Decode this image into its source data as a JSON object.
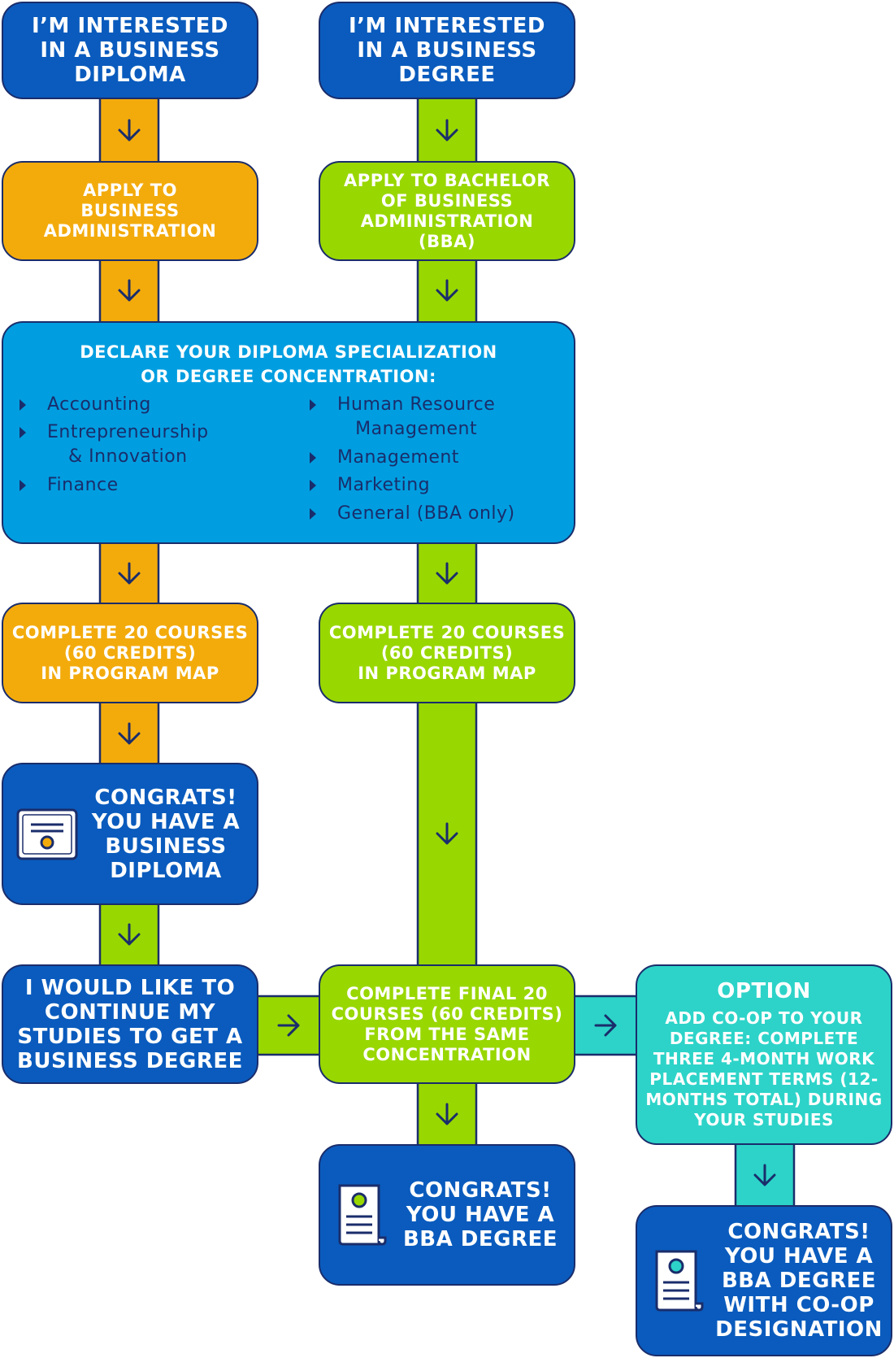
{
  "start_diploma": "I’M INTERESTED IN A BUSINESS DIPLOMA",
  "start_degree": "I’M INTERESTED IN A BUSINESS DEGREE",
  "apply_diploma": "APPLY TO BUSINESS ADMINISTRATION",
  "apply_degree": "APPLY TO BACHELOR OF BUSINESS ADMINISTRATION (BBA)",
  "declare": {
    "title_line1": "DECLARE YOUR DIPLOMA SPECIALIZATION",
    "title_line2": "OR DEGREE CONCENTRATION:",
    "left_items": [
      "Accounting",
      "Entrepreneurship",
      "& Innovation",
      "Finance"
    ],
    "right_items": [
      "Human Resource",
      "Management",
      "Management",
      "Marketing",
      "General (BBA only)"
    ]
  },
  "complete_diploma": {
    "l1": "COMPLETE 20 COURSES",
    "l2": "(60 CREDITS)",
    "l3": "IN PROGRAM MAP"
  },
  "complete_degree": {
    "l1": "COMPLETE 20 COURSES",
    "l2": "(60 CREDITS)",
    "l3": "IN PROGRAM MAP"
  },
  "congrats_diploma": "CONGRATS! YOU HAVE A BUSINESS DIPLOMA",
  "continue_studies": "I WOULD LIKE TO CONTINUE MY STUDIES TO GET A BUSINESS DEGREE",
  "complete_final": "COMPLETE FINAL 20 COURSES (60 CREDITS) FROM THE SAME CONCENTRATION",
  "option": {
    "title": "OPTION",
    "text": "ADD CO-OP TO YOUR DEGREE: COMPLETE THREE 4-MONTH WORK PLACEMENT TERMS (12-MONTHS TOTAL) DURING YOUR STUDIES"
  },
  "congrats_bba": "CONGRATS! YOU HAVE A BBA DEGREE",
  "congrats_coop": "CONGRATS! YOU HAVE A BBA DEGREE WITH CO-OP DESIGNATION",
  "colors": {
    "navy": "#0a5bbd",
    "orange": "#f3ab0c",
    "green": "#99d700",
    "sky": "#009ee0",
    "teal": "#2dd3c8",
    "outline": "#1a2d6b"
  },
  "icons": [
    "diploma-certificate-icon",
    "degree-scroll-icon",
    "arrow-down-icon",
    "arrow-right-icon",
    "bullet-triangle-icon"
  ]
}
